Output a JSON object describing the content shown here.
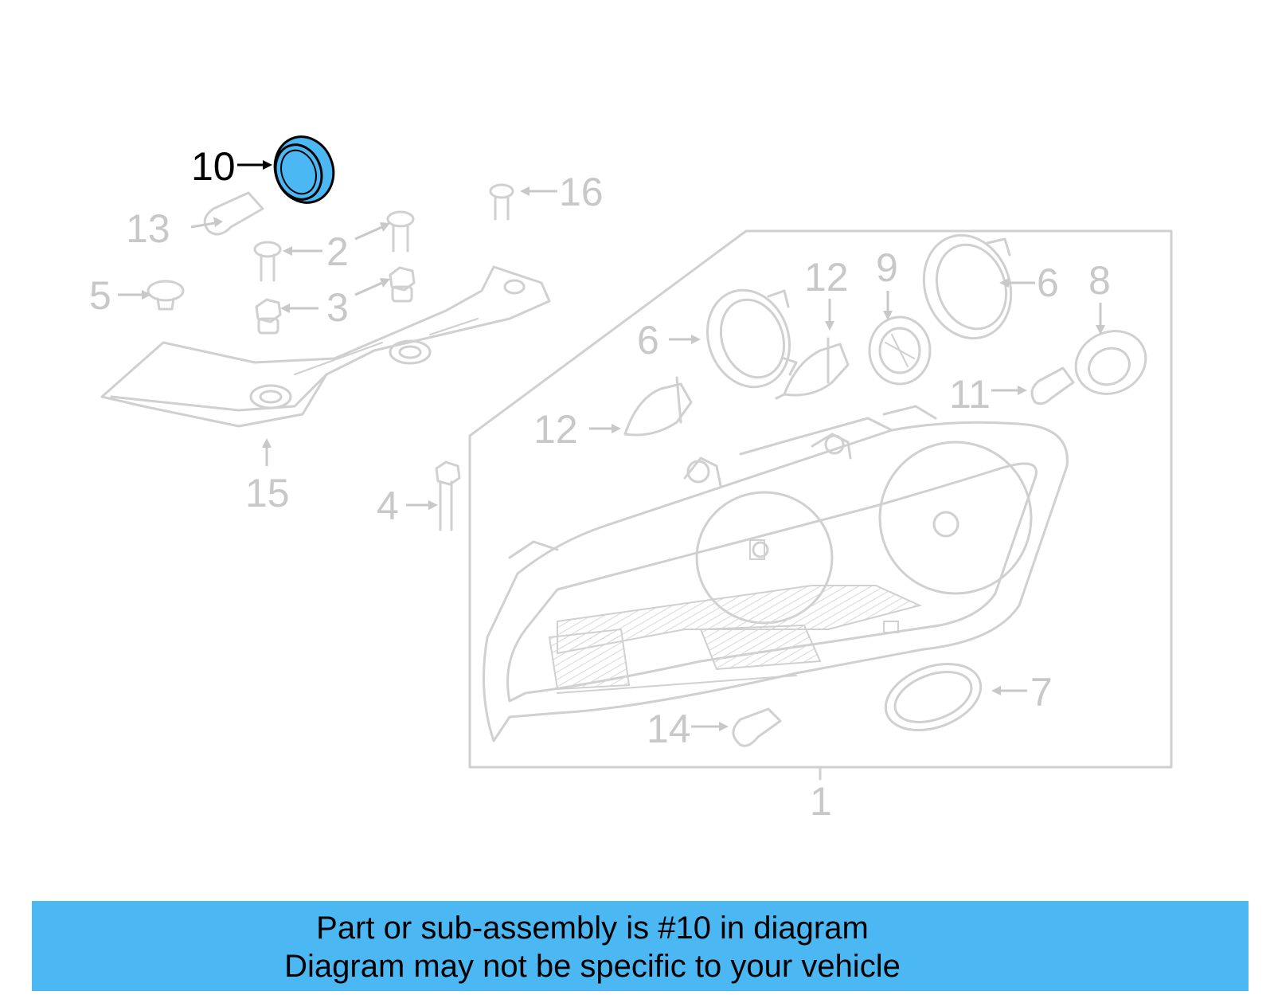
{
  "banner": {
    "line1": "Part or sub-assembly is #10 in diagram",
    "line2": "Diagram may not be specific to your vehicle"
  },
  "callouts": {
    "c1": "1",
    "c2": "2",
    "c3": "3",
    "c4": "4",
    "c5": "5",
    "c6a": "6",
    "c6b": "6",
    "c7": "7",
    "c8": "8",
    "c9": "9",
    "c10": "10",
    "c11": "11",
    "c12a": "12",
    "c12b": "12",
    "c13": "13",
    "c14": "14",
    "c15": "15",
    "c16": "16"
  },
  "highlight": {
    "part_number": "10",
    "color": "#4cb8f3"
  },
  "colors": {
    "banner": "#4cb8f3",
    "line_art": "#d0d0d0",
    "highlight_outline": "#000000"
  }
}
